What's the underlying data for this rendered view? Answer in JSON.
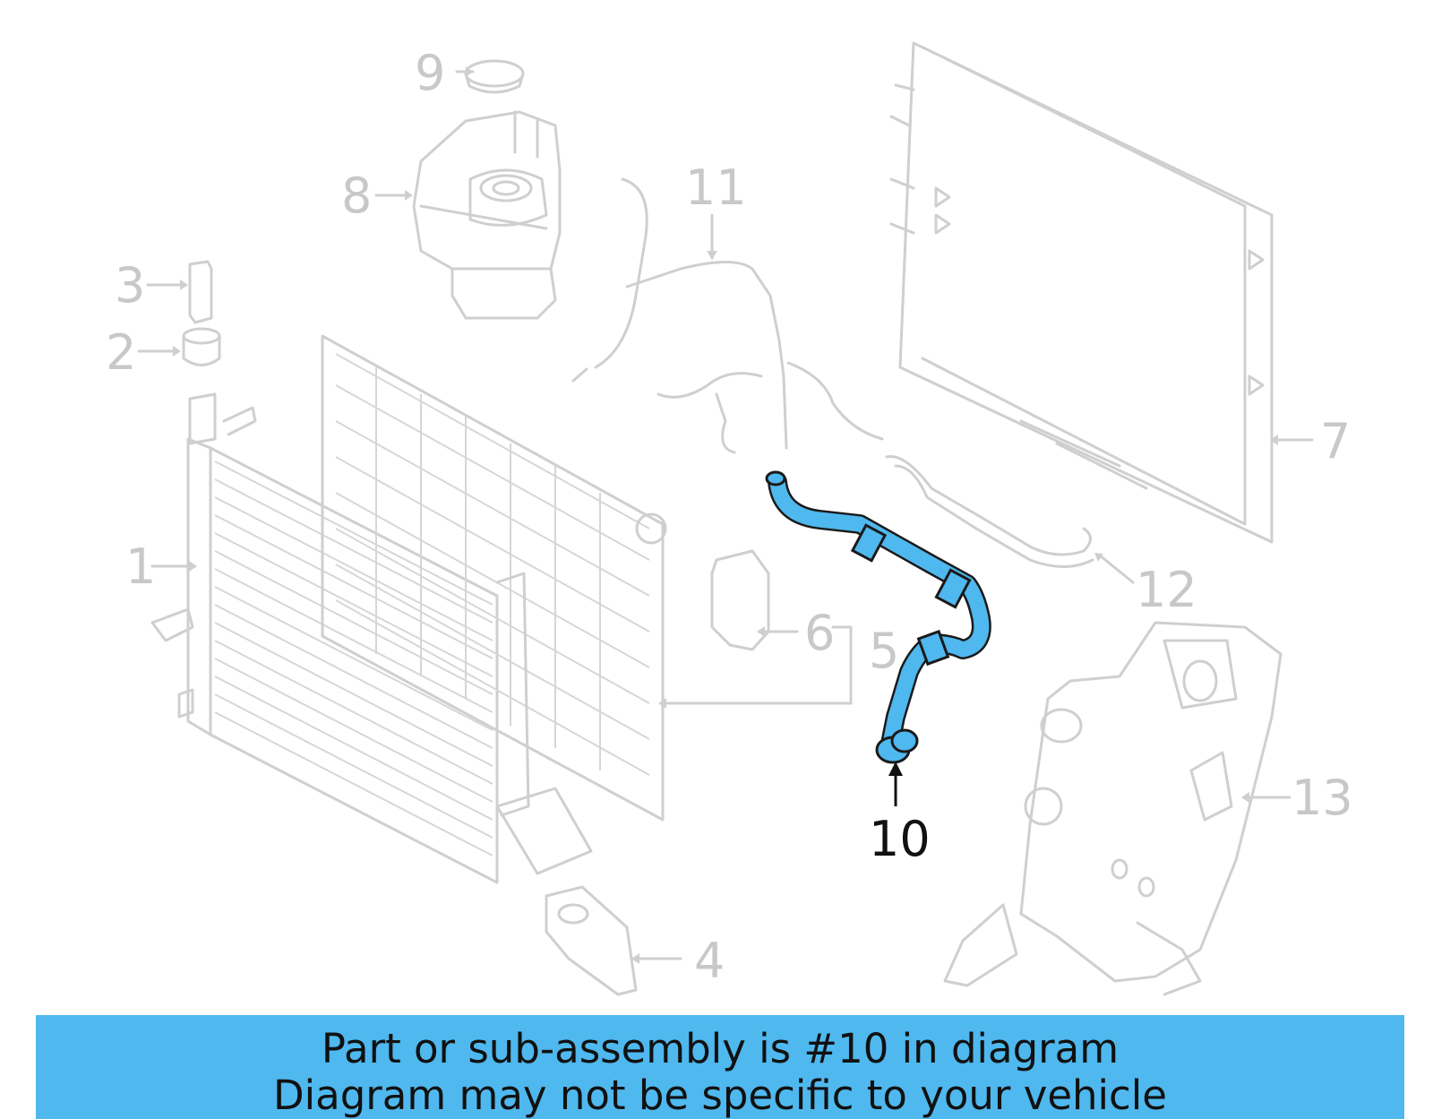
{
  "diagram": {
    "callouts": {
      "c1": "1",
      "c2": "2",
      "c3": "3",
      "c4": "4",
      "c5": "5",
      "c6": "6",
      "c7": "7",
      "c8": "8",
      "c9": "9",
      "c10": "10",
      "c11": "11",
      "c12": "12",
      "c13": "13"
    },
    "highlighted_part": "10",
    "colors": {
      "highlight": "#4fb8ee",
      "ghost": "#cfcfcf",
      "banner": "#4fb8ee"
    }
  },
  "banner": {
    "line1": "Part or sub-assembly is #10 in diagram",
    "line2": "Diagram may not be specific to your vehicle"
  }
}
